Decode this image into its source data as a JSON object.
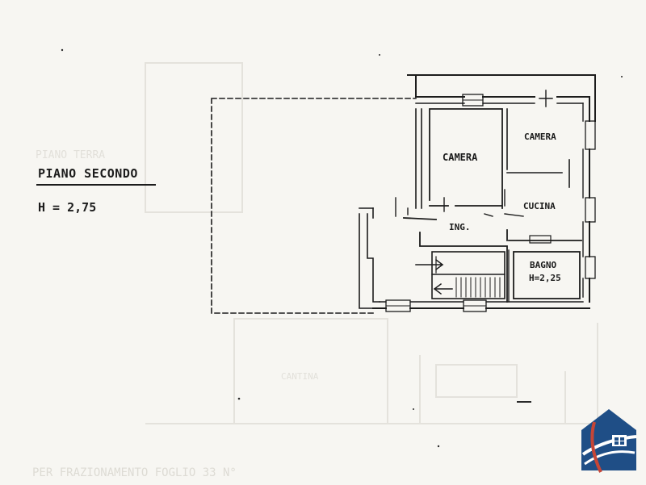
{
  "plan": {
    "floor_label": "PIANO SECONDO",
    "height_label": "H = 2,75"
  },
  "rooms": {
    "camera_1": "CAMERA",
    "camera_2": "CAMERA",
    "cucina": "CUCINA",
    "ingresso": "ING.",
    "bagno": "BAGNO",
    "bagno_height": "H=2,25"
  },
  "ghost_text": {
    "piano_terra": "PIANO TERRA",
    "cantina": "CANTINA",
    "footer": "PER FRAZIONAMENTO FOGLIO 33 N°"
  },
  "colors": {
    "paper": "#f7f6f2",
    "ink": "#1c1c1c",
    "logo_blue": "#1f4e86"
  },
  "icons": {
    "logo": "house-in-globe-icon"
  }
}
